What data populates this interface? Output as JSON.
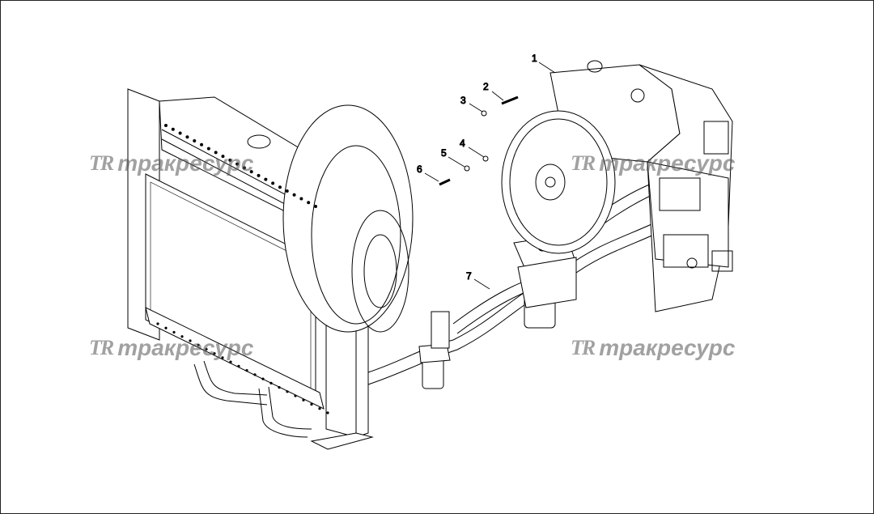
{
  "callouts": [
    {
      "number": "1"
    },
    {
      "number": "2"
    },
    {
      "number": "3"
    },
    {
      "number": "4"
    },
    {
      "number": "5"
    },
    {
      "number": "6"
    },
    {
      "number": "7"
    }
  ],
  "watermark": {
    "logo": "TR",
    "text": "тракресурс"
  }
}
